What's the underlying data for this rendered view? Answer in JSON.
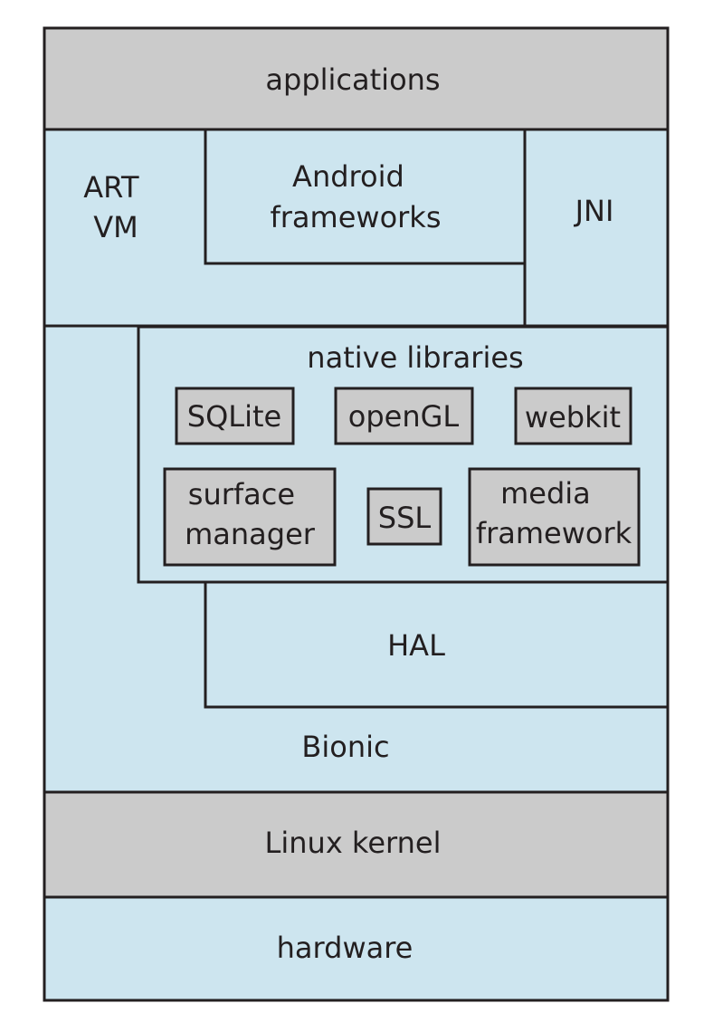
{
  "layers": {
    "applications": "applications",
    "art_vm": [
      "ART",
      "VM"
    ],
    "android_frameworks": [
      "Android",
      "frameworks"
    ],
    "jni": "JNI",
    "native_libraries": "native libraries",
    "hal": "HAL",
    "bionic": "Bionic",
    "linux_kernel": "Linux kernel",
    "hardware": "hardware"
  },
  "libraries": {
    "sqlite": "SQLite",
    "opengl": "openGL",
    "webkit": "webkit",
    "surface_manager": [
      "surface",
      "manager"
    ],
    "ssl": "SSL",
    "media_framework": [
      "media",
      "framework"
    ]
  },
  "colors": {
    "gray_fill": "#cbcbcb",
    "blue_fill": "#cde5ef",
    "stroke": "#231f20"
  }
}
